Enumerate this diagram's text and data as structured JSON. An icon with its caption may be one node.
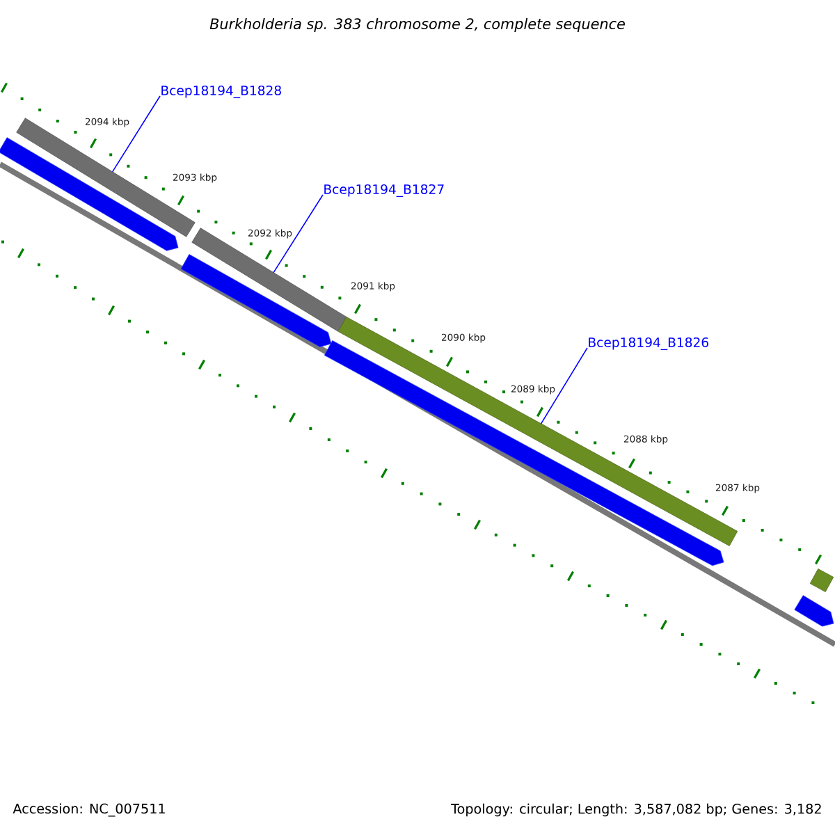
{
  "diagram": {
    "title": "Burkholderia sp. 383 chromosome 2, complete sequence",
    "nodes": [
      {
        "text": [
          "Bcep18194_B1828"
        ]
      },
      {
        "text": [],
        "shape": "bar"
      },
      {
        "text": [
          "Bcep18194_B1827"
        ]
      },
      {
        "text": [],
        "shape": "bar"
      },
      {
        "text": [
          "Bcep18194_B1826"
        ]
      },
      {
        "text": [],
        "shape": "bar"
      },
      {
        "text": [],
        "shape": "bar"
      },
      {
        "text": [],
        "shape": "arrow"
      },
      {
        "text": [],
        "shape": "arrow"
      },
      {
        "text": [],
        "shape": "arrow"
      },
      {
        "text": [],
        "shape": "arrow"
      }
    ],
    "edges": [
      {
        "from": 0,
        "to": 1,
        "arrow": "none"
      },
      {
        "from": 2,
        "to": 3,
        "arrow": "none"
      },
      {
        "from": 4,
        "to": 5,
        "arrow": "none"
      }
    ],
    "labels": [
      "2094 kbp",
      "2093 kbp",
      "2092 kbp",
      "2091 kbp",
      "2090 kbp",
      "2089 kbp",
      "2088 kbp",
      "2087 kbp",
      "Accession: NC_007511",
      "Topology: circular; Length: 3,587,082 bp; Genes: 3,182"
    ]
  }
}
